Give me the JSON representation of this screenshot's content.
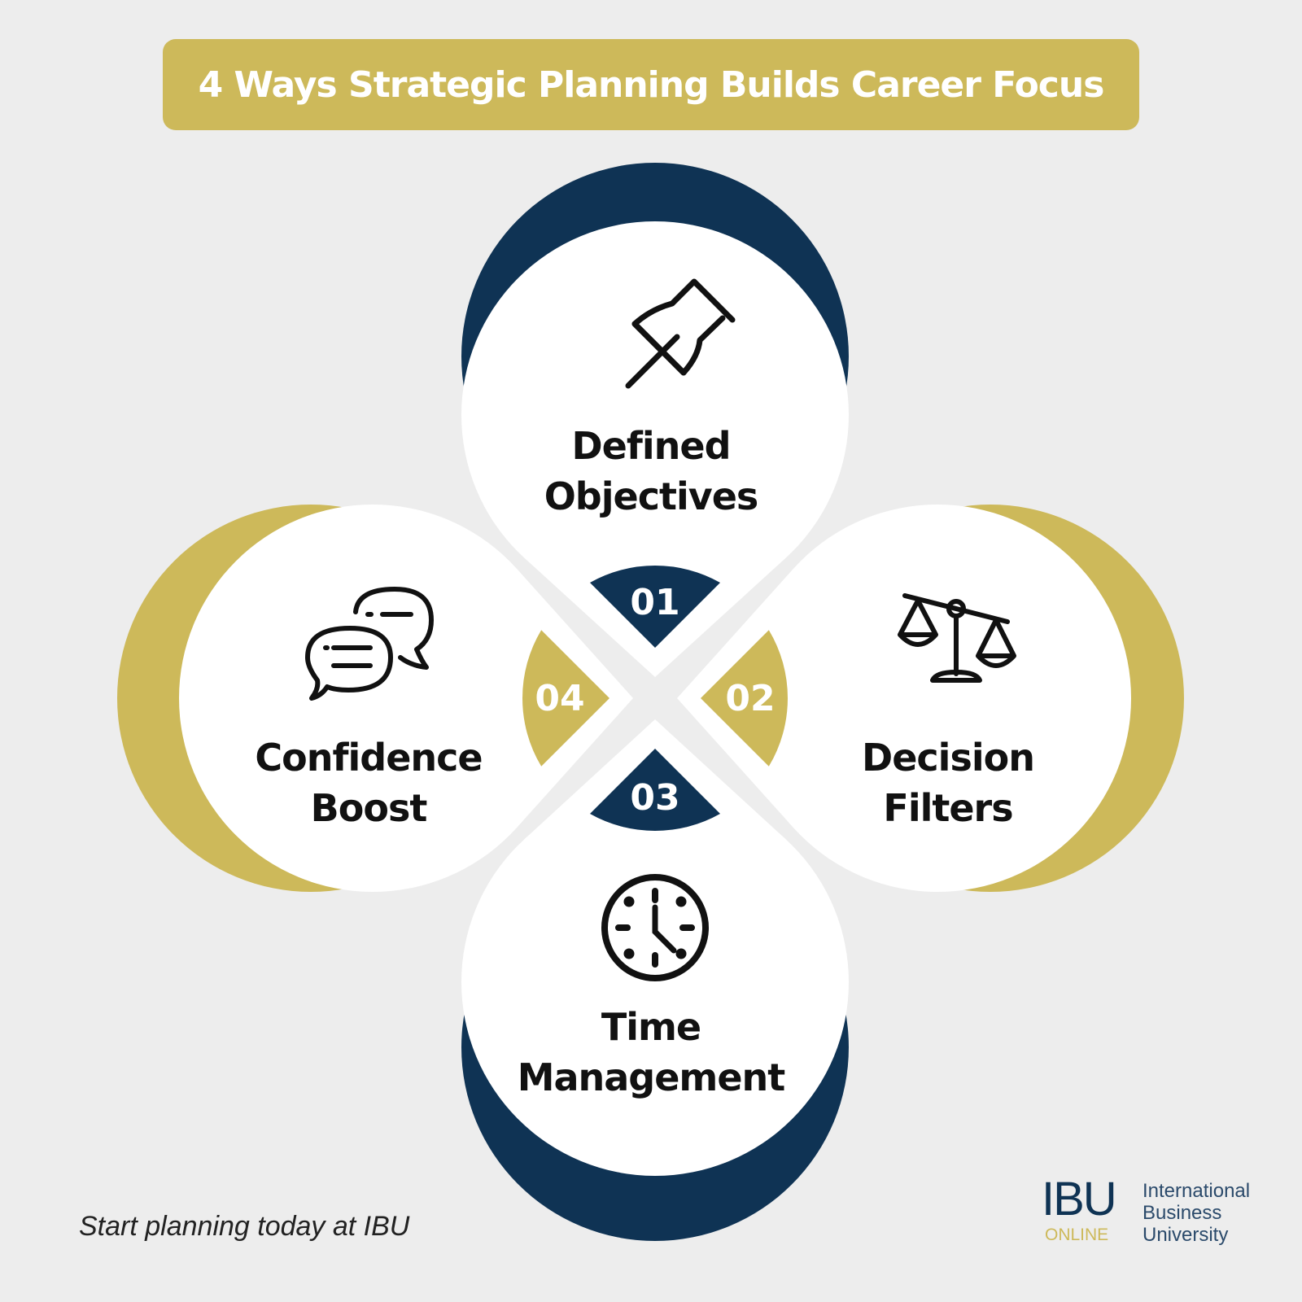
{
  "title": "4 Ways Strategic Planning Builds Career Focus",
  "colors": {
    "navy": "#0F3354",
    "gold": "#CDB95A",
    "background": "#EDEDED",
    "petal": "#FFFFFF"
  },
  "items": [
    {
      "number": "01",
      "line1": "Defined",
      "line2": "Objectives",
      "icon": "pushpin-icon"
    },
    {
      "number": "02",
      "line1": "Decision",
      "line2": "Filters",
      "icon": "scales-icon"
    },
    {
      "number": "03",
      "line1": "Time",
      "line2": "Management",
      "icon": "clock-icon"
    },
    {
      "number": "04",
      "line1": "Confidence",
      "line2": "Boost",
      "icon": "chat-bubbles-icon"
    }
  ],
  "footer": "Start planning today at IBU",
  "logo": {
    "mark": "IBU",
    "sub": "ONLINE",
    "name": [
      "International",
      "Business",
      "University"
    ]
  }
}
